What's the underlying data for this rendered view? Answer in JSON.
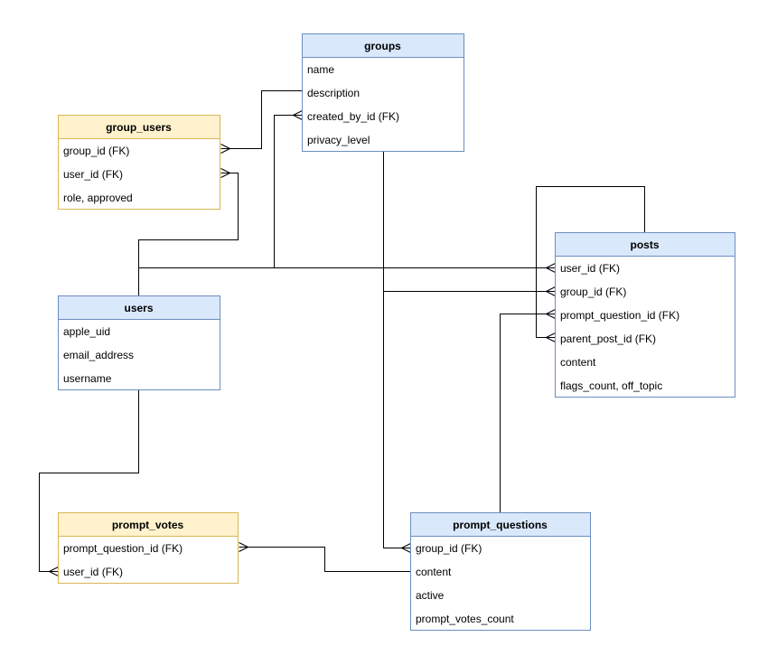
{
  "colors": {
    "blue_header": "#dae8fc",
    "blue_border": "#6c8ebf",
    "yellow_header": "#fff2cc",
    "yellow_border": "#d6b656",
    "fk_text": "#e59c00",
    "plain_text": "#000000",
    "edge": "#000000"
  },
  "tables": [
    {
      "id": "groups",
      "title": "groups",
      "style": "blue",
      "fields": [
        {
          "text": "name",
          "fk": false
        },
        {
          "text": "description",
          "fk": false
        },
        {
          "text": "created_by_id (FK)",
          "fk": true
        },
        {
          "text": "privacy_level",
          "fk": false
        }
      ]
    },
    {
      "id": "group_users",
      "title": "group_users",
      "style": "yellow",
      "fields": [
        {
          "text": "group_id (FK)",
          "fk": true
        },
        {
          "text": "user_id (FK)",
          "fk": true
        },
        {
          "text": "role, approved",
          "fk": false
        }
      ]
    },
    {
      "id": "users",
      "title": "users",
      "style": "blue",
      "fields": [
        {
          "text": "apple_uid",
          "fk": false
        },
        {
          "text": "email_address",
          "fk": false
        },
        {
          "text": "username",
          "fk": false
        }
      ]
    },
    {
      "id": "posts",
      "title": "posts",
      "style": "blue",
      "fields": [
        {
          "text": "user_id (FK)",
          "fk": true
        },
        {
          "text": "group_id (FK)",
          "fk": true
        },
        {
          "text": "prompt_question_id (FK)",
          "fk": true
        },
        {
          "text": "parent_post_id (FK)",
          "fk": true
        },
        {
          "text": "content",
          "fk": false
        },
        {
          "text": "flags_count, off_topic",
          "fk": false
        }
      ]
    },
    {
      "id": "prompt_votes",
      "title": "prompt_votes",
      "style": "yellow",
      "fields": [
        {
          "text": "prompt_question_id (FK)",
          "fk": true
        },
        {
          "text": "user_id (FK)",
          "fk": true
        }
      ]
    },
    {
      "id": "prompt_questions",
      "title": "prompt_questions",
      "style": "blue",
      "fields": [
        {
          "text": "group_id (FK)",
          "fk": true
        },
        {
          "text": "content",
          "fk": false
        },
        {
          "text": "active",
          "fk": false
        },
        {
          "text": "prompt_votes_count",
          "fk": false
        }
      ]
    }
  ],
  "relationships": [
    {
      "id": "groups-to-group_users",
      "from": "groups.description",
      "to": "group_users.group_id (FK)",
      "to_end": "many"
    },
    {
      "id": "users-to-group_users",
      "from": "users",
      "to": "group_users.user_id (FK)",
      "to_end": "many"
    },
    {
      "id": "users-to-groups-created_by",
      "from": "users",
      "to": "groups.created_by_id (FK)",
      "to_end": "many"
    },
    {
      "id": "users-to-posts",
      "from": "users",
      "to": "posts.user_id (FK)",
      "to_end": "many"
    },
    {
      "id": "groups-to-posts",
      "from": "groups",
      "to": "posts.group_id (FK)",
      "to_end": "many"
    },
    {
      "id": "groups-to-prompt_questions",
      "from": "groups",
      "to": "prompt_questions.group_id (FK)",
      "to_end": "many"
    },
    {
      "id": "prompt_questions-to-posts",
      "from": "prompt_questions",
      "to": "posts.prompt_question_id (FK)",
      "to_end": "many"
    },
    {
      "id": "posts-to-posts-parent",
      "from": "posts",
      "to": "posts.parent_post_id (FK)",
      "to_end": "many"
    },
    {
      "id": "users-to-prompt_votes",
      "from": "users",
      "to": "prompt_votes.user_id (FK)",
      "to_end": "many"
    },
    {
      "id": "prompt_questions-to-prompt_votes",
      "from": "prompt_questions.content",
      "to": "prompt_votes.prompt_question_id (FK)",
      "to_end": "many"
    }
  ]
}
